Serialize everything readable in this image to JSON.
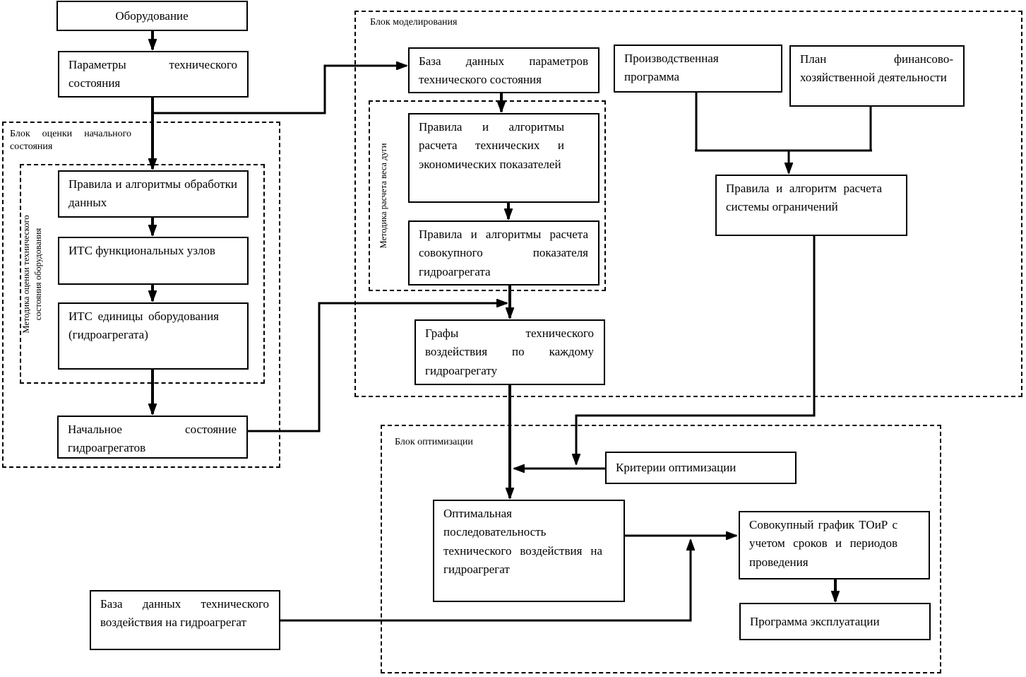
{
  "diagram": {
    "colors": {
      "line": "#000000",
      "background": "#ffffff"
    },
    "blocks": {
      "initial_state": "Блок оценки начального состояния",
      "modeling": "Блок моделирования",
      "optimization": "Блок оптимизации",
      "method_assessment": "Методика оценки технического состояния оборудования",
      "method_arc_weight": "Методика расчета веса дуги"
    },
    "boxes": {
      "equipment": "Оборудование",
      "tech_params": "Параметры технического состояния",
      "data_processing_rules": "Правила и алгоритмы обработки данных",
      "its_functional_units": "ИТС функциональных узлов",
      "its_equipment_unit": "ИТС единицы оборудования (гидроагрегата)",
      "initial_state_units": "Начальное состояние гидроагрегатов",
      "tech_params_db": "База данных параметров технического состояния",
      "tech_econ_rules": "Правила и алгоритмы расчета технических и экономических показателей",
      "aggregate_indicator_rules": "Правила и алгоритмы расчета совокупного показателя гидроагрегата",
      "impact_graphs": "Графы технического воздействия по каждому гидроагрегату",
      "production_program": "Производственная программа",
      "financial_plan": "План финансово-хозяйственной деятельности",
      "constraints_rules": "Правила и алгоритм расчета системы ограничений",
      "optimization_criteria": "Критерии оптимизации",
      "optimal_sequence": "Оптимальная последовательность технического воздействия на гидроагрегат",
      "maintenance_schedule": "Совокупный график ТОиР с учетом сроков и периодов проведения",
      "operation_program": "Программа эксплуатации",
      "impact_db": "База данных технического воздействия на гидроагрегат"
    }
  }
}
